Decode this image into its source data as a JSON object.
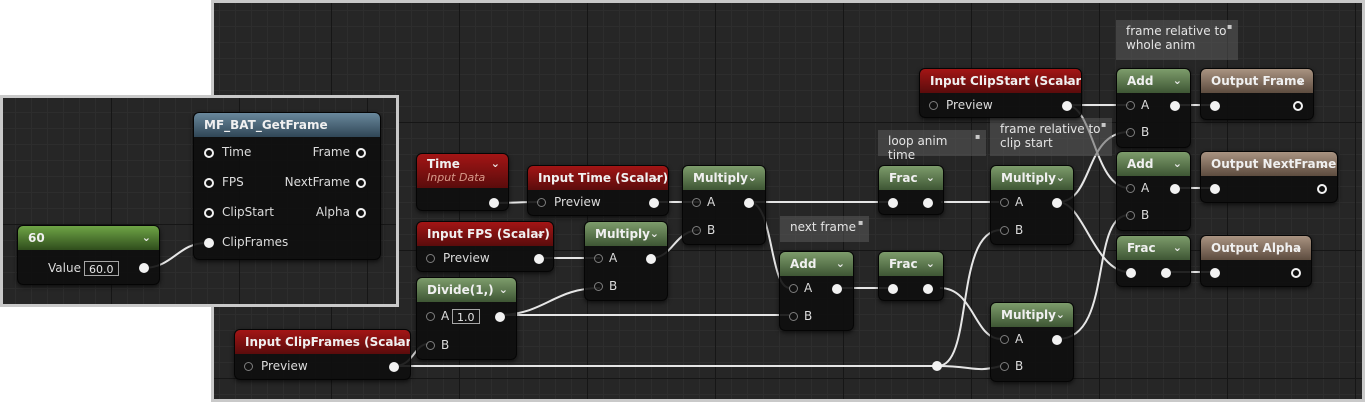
{
  "main": {
    "nodes": {
      "time": {
        "title": "Time",
        "subtitle": "Input Data"
      },
      "input_time": {
        "title": "Input Time (Scalar)",
        "preview": "Preview"
      },
      "input_fps": {
        "title": "Input FPS (Scalar)",
        "preview": "Preview"
      },
      "divide": {
        "title": "Divide(1,)",
        "pin_a": "A",
        "pin_a_value": "1.0",
        "pin_b": "B"
      },
      "input_clipframes": {
        "title": "Input ClipFrames (Scalar)",
        "preview": "Preview"
      },
      "multiply1": {
        "title": "Multiply",
        "pin_a": "A",
        "pin_b": "B"
      },
      "multiply2": {
        "title": "Multiply",
        "pin_a": "A",
        "pin_b": "B"
      },
      "frac1": {
        "title": "Frac"
      },
      "add_next": {
        "title": "Add",
        "pin_a": "A",
        "pin_b": "B"
      },
      "frac2": {
        "title": "Frac"
      },
      "input_clipstart": {
        "title": "Input ClipStart (Scalar)",
        "preview": "Preview"
      },
      "multiply3": {
        "title": "Multiply",
        "pin_a": "A",
        "pin_b": "B"
      },
      "multiply4": {
        "title": "Multiply",
        "pin_a": "A",
        "pin_b": "B"
      },
      "add_frame": {
        "title": "Add",
        "pin_a": "A",
        "pin_b": "B"
      },
      "add_nextframe": {
        "title": "Add",
        "pin_a": "A",
        "pin_b": "B"
      },
      "frac3": {
        "title": "Frac"
      },
      "output_frame": {
        "title": "Output Frame"
      },
      "output_nextframe": {
        "title": "Output NextFrame"
      },
      "output_alpha": {
        "title": "Output Alpha"
      }
    },
    "comments": {
      "frame_whole": "frame relative to whole anim",
      "loop_anim": "loop anim time",
      "frame_clip": "frame relative to clip start",
      "next_frame": "next frame"
    }
  },
  "inset": {
    "function_node": {
      "title": "MF_BAT_GetFrame",
      "inputs": [
        "Time",
        "FPS",
        "ClipStart",
        "ClipFrames"
      ],
      "outputs": [
        "Frame",
        "NextFrame",
        "Alpha"
      ]
    },
    "constant_node": {
      "title": "60",
      "value_label": "Value",
      "value": "60.0"
    }
  },
  "colors": {
    "input_header": "#a31515",
    "math_header": "#7d9c6b",
    "output_header": "#a99381",
    "function_header": "#69889c",
    "constant_header": "#6fa546",
    "graph_background": "#262626"
  },
  "icons": {
    "dropdown": "chevron-down-icon",
    "comment": "comment-bubble-icon"
  }
}
